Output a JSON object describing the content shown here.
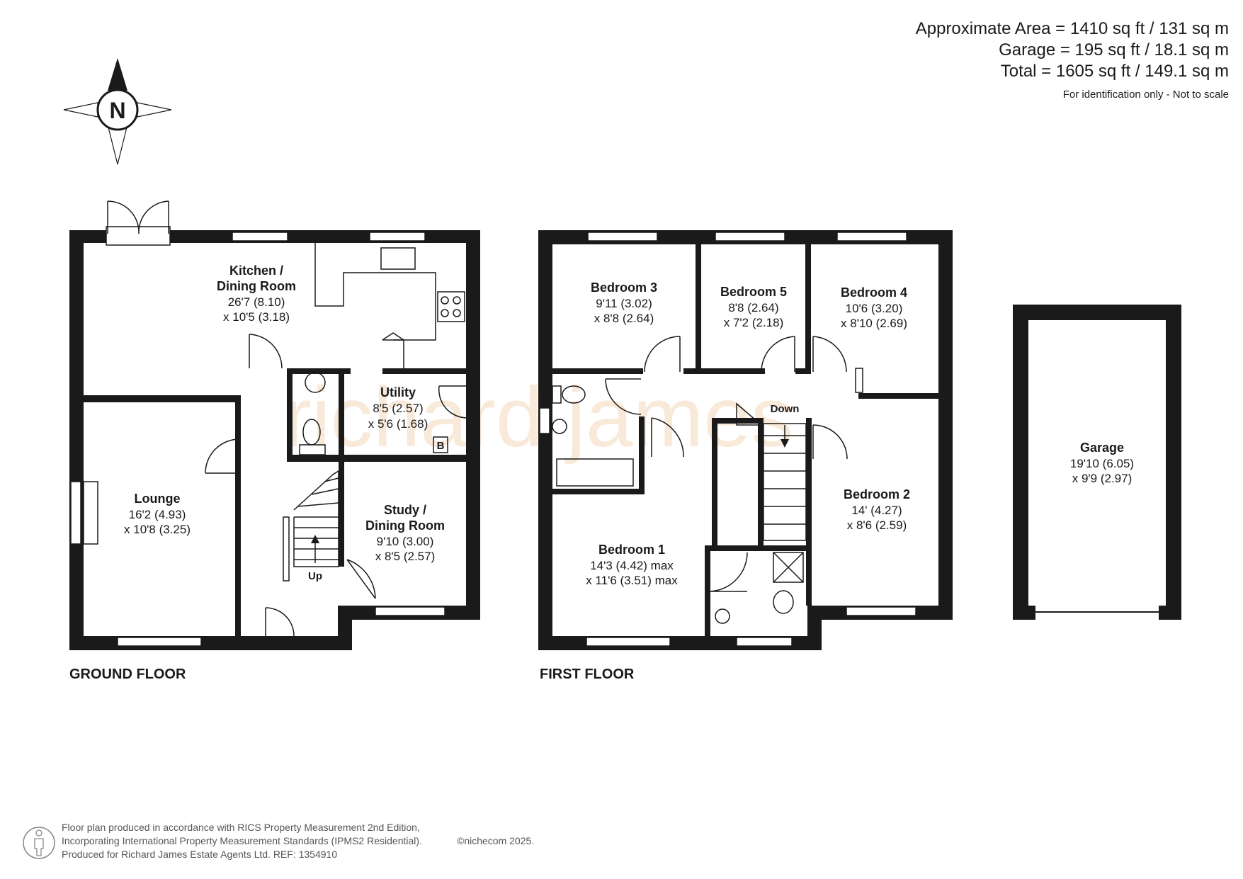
{
  "area_summary": {
    "approx": "Approximate Area = 1410 sq ft / 131 sq m",
    "garage": "Garage = 195 sq ft / 18.1 sq m",
    "total": "Total = 1605 sq ft / 149.1 sq m",
    "note": "For identification only - Not to scale"
  },
  "compass": {
    "letter": "N"
  },
  "watermark": "richard james",
  "ground_floor": {
    "label": "GROUND FLOOR",
    "up_label": "Up",
    "boiler_label": "B",
    "rooms": {
      "kitchen": {
        "name1": "Kitchen /",
        "name2": "Dining Room",
        "dim1": "26'7 (8.10)",
        "dim2": "x 10'5 (3.18)"
      },
      "utility": {
        "name": "Utility",
        "dim1": "8'5 (2.57)",
        "dim2": "x 5'6 (1.68)"
      },
      "lounge": {
        "name": "Lounge",
        "dim1": "16'2 (4.93)",
        "dim2": "x 10'8 (3.25)"
      },
      "study": {
        "name1": "Study /",
        "name2": "Dining Room",
        "dim1": "9'10 (3.00)",
        "dim2": "x 8'5 (2.57)"
      }
    }
  },
  "first_floor": {
    "label": "FIRST FLOOR",
    "down_label": "Down",
    "rooms": {
      "bedroom3": {
        "name": "Bedroom 3",
        "dim1": "9'11 (3.02)",
        "dim2": "x 8'8 (2.64)"
      },
      "bedroom5": {
        "name": "Bedroom 5",
        "dim1": "8'8 (2.64)",
        "dim2": "x 7'2 (2.18)"
      },
      "bedroom4": {
        "name": "Bedroom 4",
        "dim1": "10'6 (3.20)",
        "dim2": "x 8'10 (2.69)"
      },
      "bedroom2": {
        "name": "Bedroom 2",
        "dim1": "14' (4.27)",
        "dim2": "x 8'6 (2.59)"
      },
      "bedroom1": {
        "name": "Bedroom 1",
        "dim1": "14'3 (4.42) max",
        "dim2": "x 11'6 (3.51) max"
      }
    }
  },
  "garage": {
    "name": "Garage",
    "dim1": "19'10 (6.05)",
    "dim2": "x 9'9 (2.97)"
  },
  "footer": {
    "line1": "Floor plan produced in accordance with RICS Property Measurement 2nd Edition,",
    "line2": "Incorporating International Property Measurement Standards (IPMS2 Residential).",
    "copyright": "©nichecom 2025.",
    "line3": "Produced for Richard James Estate Agents Ltd.   REF: 1354910"
  }
}
